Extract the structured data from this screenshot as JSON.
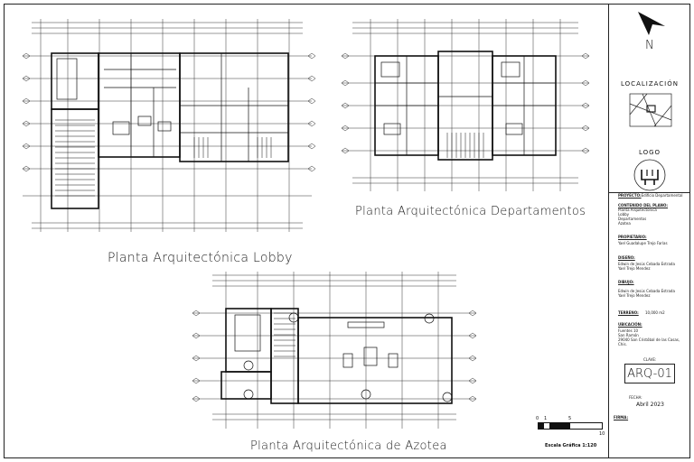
{
  "plans": {
    "lobby_title": "Planta Arquitectónica Lobby",
    "departamentos_title": "Planta Arquitectónica Departamentos",
    "azotea_title": "Planta Arquitectónica de Azotea"
  },
  "scale": {
    "label": "Escala Gráfica 1:120",
    "tick_0": "0",
    "tick_1": "1",
    "tick_5": "5",
    "tick_10": "10"
  },
  "titleblock": {
    "north_label": "N",
    "localizacion_label": "LOCALIZACIÓN",
    "logo_label": "LOGO",
    "proyecto_label": "PROYECTO:",
    "proyecto_value": "Edificio Departamental",
    "contenido_label": "CONTENIDO DEL PLANO:",
    "contenido_lines": [
      "Planta Arquitectónica",
      "Lobby",
      "Departamentos",
      "Azotea"
    ],
    "propietario_label": "PROPIETARIO:",
    "propietario_value": "Yael Guadalupe Trejo Farías",
    "diseno_label": "DISEÑO:",
    "diseno_lines": [
      "Edwin de Jesús Cebada Estrada",
      "Yael Trejo Mendez"
    ],
    "dibujo_label": "DIBUJO:",
    "dibujo_lines": [
      "Edwin de Jesús Cebada Estrada",
      "Yael Trejo Mendez"
    ],
    "terreno_label": "TERRENO:",
    "terreno_value": "10,000 m2",
    "ubicacion_label": "UBICACIÓN:",
    "ubicacion_lines": [
      "Fuentes 10",
      "San Ramón",
      "29040 San Cristóbal de las Casas,",
      "Chis."
    ],
    "clave_label": "CLAVE:",
    "clave_value": "ARQ-01",
    "fecha_label": "FECHA:",
    "fecha_value": "Abril 2023",
    "firma_label": "FIRMA:"
  }
}
